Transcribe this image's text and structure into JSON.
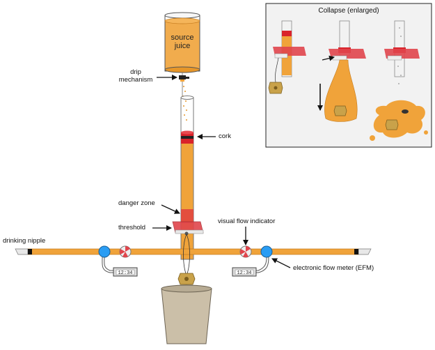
{
  "labels": {
    "source_juice_line1": "source",
    "source_juice_line2": "juice",
    "drip_mechanism_line1": "drip",
    "drip_mechanism_line2": "mechanism",
    "cork": "cork",
    "danger_zone": "danger zone",
    "threshold": "threshold",
    "visual_flow_indicator": "visual flow indicator",
    "drinking_nipple": "drinking nipple",
    "electronic_flow_meter": "electronic flow meter (EFM)"
  },
  "inset": {
    "title": "Collapse (enlarged)"
  },
  "meters": {
    "left_readout": "12:34",
    "right_readout": "12:34"
  },
  "colors": {
    "juice": "#f0a33a",
    "juice_light": "#f5c27a",
    "cork_red": "#d9232b",
    "platform_red": "#e0454c",
    "flow_meter_blue": "#2a9df4",
    "bucket": "#cbbfa8",
    "weight": "#c9a24a"
  }
}
